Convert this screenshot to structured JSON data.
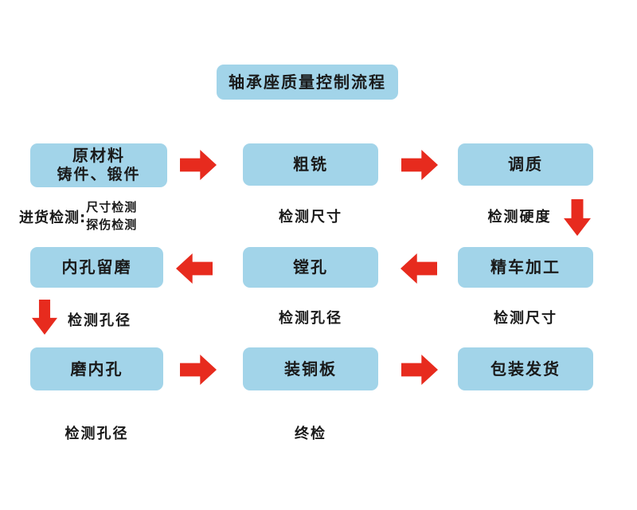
{
  "title": "轴承座质量控制流程",
  "flow": {
    "row1": {
      "raw_material_line1": "原材料",
      "raw_material_line2": "铸件、锻件",
      "rough_milling": "粗铣",
      "tempering": "调质"
    },
    "row1_labels": {
      "incoming_inspection": "进货检测:",
      "dimension_check": "尺寸检测",
      "flaw_check": "探伤检测",
      "check_size": "检测尺寸",
      "check_hardness": "检测硬度"
    },
    "row2": {
      "bore_allowance": "内孔留磨",
      "boring": "镗孔",
      "finish_turning": "精车加工"
    },
    "row2_labels": {
      "check_bore_left": "检测孔径",
      "check_bore_mid": "检测孔径",
      "check_size": "检测尺寸"
    },
    "row3": {
      "grind_bore": "磨内孔",
      "mount_copper_plate": "装铜板",
      "pack_ship": "包装发货"
    },
    "row3_labels": {
      "check_bore": "检测孔径",
      "final_check": "终检"
    }
  },
  "colors": {
    "box_fill": "#a2d4e9",
    "arrow_red": "#e72b1e",
    "text": "#1a1a1a",
    "background": "#ffffff"
  }
}
